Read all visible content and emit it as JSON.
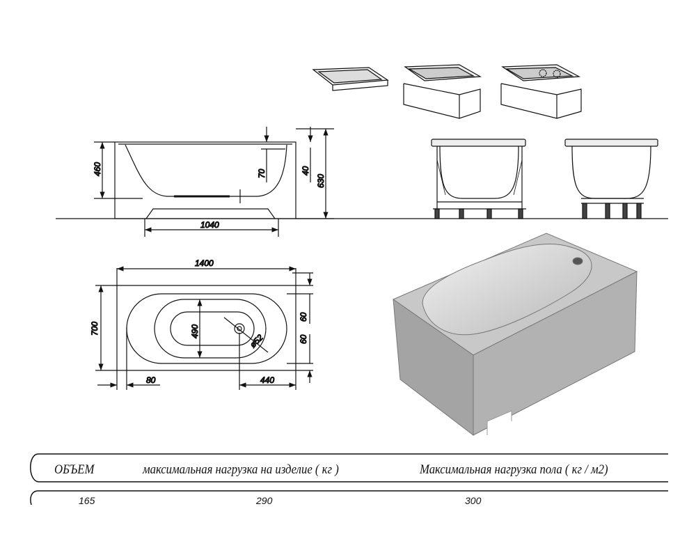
{
  "side_view": {
    "dims": {
      "height": "460",
      "inner_length": "1040",
      "rim": "70",
      "apron_gap": "40",
      "total_height": "630"
    }
  },
  "top_view": {
    "dims": {
      "length": "1400",
      "width": "700",
      "inner_width": "490",
      "drain_diameter": "ø52",
      "offset_top": "60",
      "offset_bottom": "60",
      "edge": "80",
      "drain_offset": "440"
    }
  },
  "specs_table": {
    "headers": [
      "ОБЪЕМ",
      "максимальная нагрузка на изделие ( кг )",
      "Максимальная нагрузка пола ( кг / м2)"
    ],
    "values": [
      "165",
      "290",
      "300"
    ]
  },
  "colors": {
    "line": "#111111",
    "render_body": "#a9a9a9",
    "render_inner": "#d4d4d4"
  }
}
